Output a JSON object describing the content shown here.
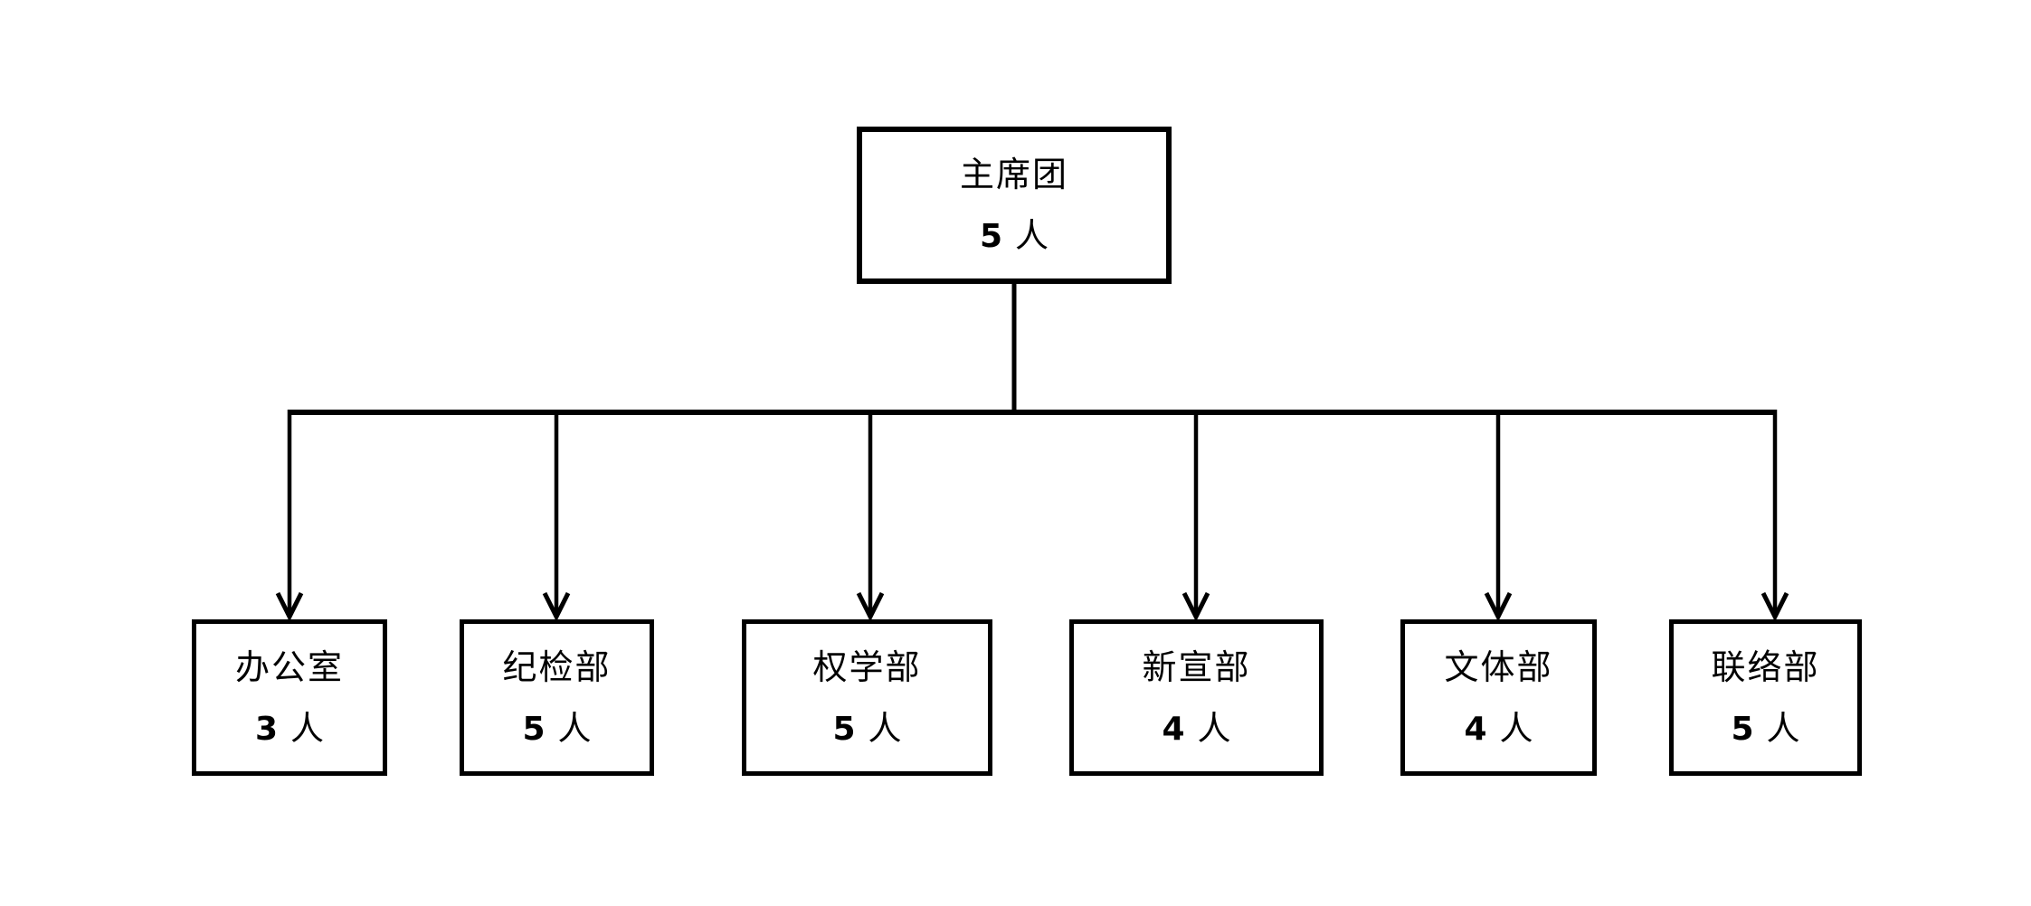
{
  "org_chart": {
    "root": {
      "label": "主席团",
      "count": "5",
      "unit": "人"
    },
    "departments": [
      {
        "label": "办公室",
        "count": "3",
        "unit": "人"
      },
      {
        "label": "纪检部",
        "count": "5",
        "unit": "人"
      },
      {
        "label": "权学部",
        "count": "5",
        "unit": "人"
      },
      {
        "label": "新宣部",
        "count": "4",
        "unit": "人"
      },
      {
        "label": "文体部",
        "count": "4",
        "unit": "人"
      },
      {
        "label": "联络部",
        "count": "5",
        "unit": "人"
      }
    ],
    "line_color": "#000000",
    "background_color": "#ffffff"
  }
}
